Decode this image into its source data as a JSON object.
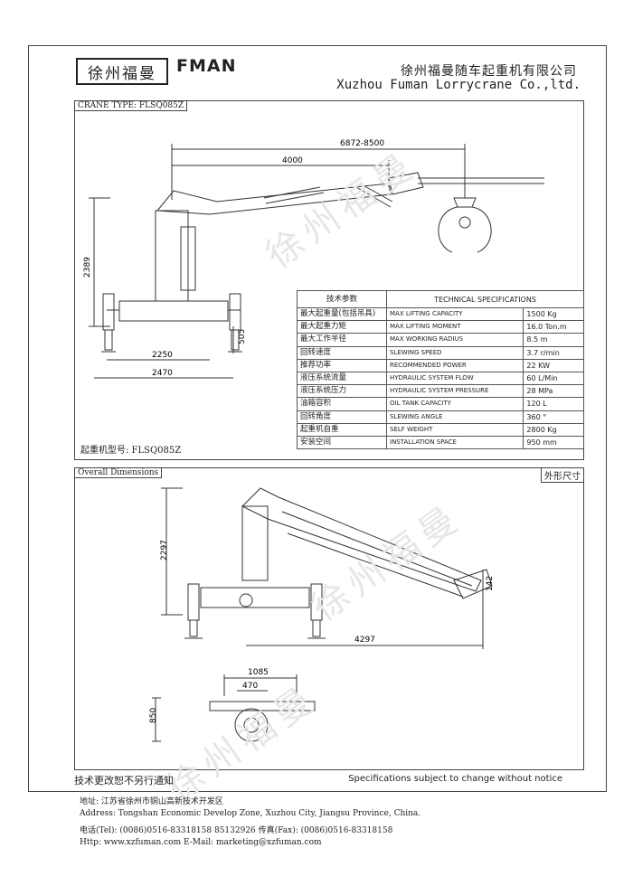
{
  "header": {
    "logo_text": "徐州福曼",
    "brand": "FMAN",
    "company_cn": "徐州福曼随车起重机有限公司",
    "company_en": "Xuzhou Fuman Lorrycrane Co.,ltd."
  },
  "panel1": {
    "crane_type": "CRANE TYPE: FLSQ085Z",
    "model_label": "起重机型号: FLSQ085Z",
    "dims": {
      "reach_total": "6872-8500",
      "reach_fixed": "4000",
      "height": "2389",
      "base_inner": "2250",
      "base_outer": "2470",
      "leg": "505"
    }
  },
  "spec": {
    "head_cn": "技术参数",
    "head_en": "TECHNICAL SPECIFICATIONS",
    "rows": [
      {
        "cn": "最大起重量(包括吊具)",
        "en": "MAX LIFTING CAPACITY",
        "val": "1500 Kg"
      },
      {
        "cn": "最大起重力矩",
        "en": "MAX LIFTING MOMENT",
        "val": "16.0 Ton.m"
      },
      {
        "cn": "最大工作半径",
        "en": "MAX WORKING RADIUS",
        "val": "8.5 m"
      },
      {
        "cn": "回转速度",
        "en": "SLEWING SPEED",
        "val": "3.7 r/min"
      },
      {
        "cn": "推荐功率",
        "en": "RECOMMENDED POWER",
        "val": "22 KW"
      },
      {
        "cn": "液压系统流量",
        "en": "HYDRAULIC SYSTEM FLOW",
        "val": "60 L/Min"
      },
      {
        "cn": "液压系统压力",
        "en": "HYDRAULIC SYSTEM PRESSURE",
        "val": "28 MPa"
      },
      {
        "cn": "油箱容积",
        "en": "OIL TANK CAPACITY",
        "val": "120 L"
      },
      {
        "cn": "回转角度",
        "en": "SLEWING ANGLE",
        "val": "360 °"
      },
      {
        "cn": "起重机自重",
        "en": "SELF WEIGHT",
        "val": "2800 Kg"
      },
      {
        "cn": "安装空间",
        "en": "INSTALLATION SPACE",
        "val": "950 mm"
      }
    ]
  },
  "panel2": {
    "overall": "Overall Dimensions",
    "outline_cn": "外形尺寸",
    "dims": {
      "height": "2297",
      "length": "4297",
      "offset": "142",
      "top_w": "1085",
      "top_inner": "470",
      "top_h": "850"
    }
  },
  "watermark": "徐州福曼",
  "notice": {
    "cn": "技术更改恕不另行通知",
    "en": "Specifications subject to change without notice"
  },
  "footer": {
    "address_cn": "地址: 江苏省徐州市铜山高新技术开发区",
    "address_en": "Address: Tongshan Economic Develop Zone, Xuzhou City, Jiangsu Province, China.",
    "tel": "电话(Tel): (0086)0516-83318158  85132926  传真(Fax): (0086)0516-83318158",
    "web": "Http: www.xzfuman.com    E-Mail: marketing@xzfuman.com"
  }
}
